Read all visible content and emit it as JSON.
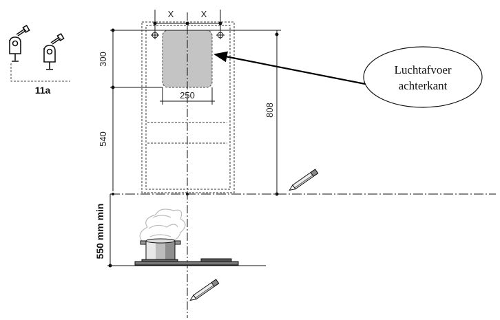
{
  "diagram": {
    "label_11a": "11a",
    "dim_x_left": "X",
    "dim_x_right": "X",
    "dim_300": "300",
    "dim_540": "540",
    "dim_250": "250",
    "dim_808": "808",
    "dim_550": "550 mm min",
    "callout_line1": "Luchtafvoer",
    "callout_line2": "achterkant",
    "vent_color": "#c4c4c4"
  }
}
